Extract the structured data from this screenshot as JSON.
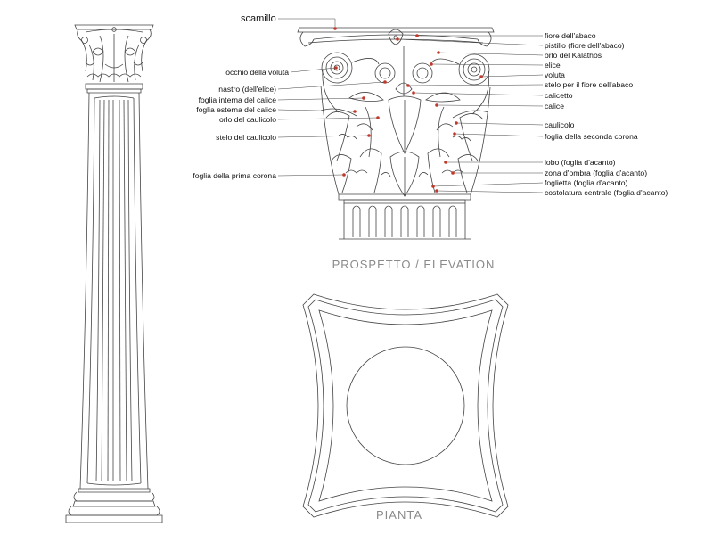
{
  "captions": {
    "elevation": "PROSPETTO  /  ELEVATION",
    "plan": "PIANTA"
  },
  "labels": {
    "scamillo": "scamillo",
    "left": [
      "occhio della voluta",
      "nastro (dell'elice)",
      "foglia interna del calice",
      "foglia esterna del calice",
      "orlo del caulicolo",
      "stelo del caulicolo",
      "foglia della prima corona"
    ],
    "right": [
      "fiore dell'abaco",
      "pistillo (fiore dell'abaco)",
      "orlo del Kalathos",
      "elice",
      "voluta",
      "stelo per il fiore dell'abaco",
      "calicetto",
      "calice",
      "caulicolo",
      "foglia della seconda corona",
      "lobo (foglia d'acanto)",
      "zona d'ombra (foglia d'acanto)",
      "foglietta (foglia d'acanto)",
      "costolatura centrale (foglia d'acanto)"
    ]
  },
  "colors": {
    "marker": "#c0392b",
    "caption": "#8a8a8a",
    "ink": "#444444"
  }
}
